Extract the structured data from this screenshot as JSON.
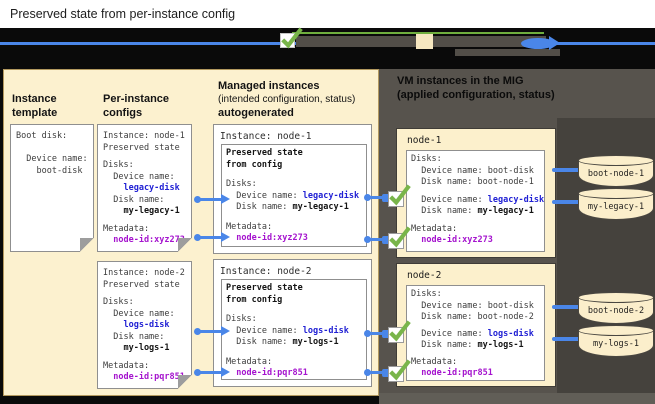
{
  "title": "Preserved state from per-instance config",
  "colors": {
    "blue_value_text": "#2121d4",
    "purple_value_text": "#a514ce",
    "connector_blue": "#4a86e8",
    "check_green": "#79b54a",
    "mig_panel_cream": "#fcf1cf",
    "vm_panel_gray": "#57534d",
    "vm_card_cream": "#fcf0cc",
    "legend_bar_black": "#0a0a0a"
  },
  "legend": {
    "icons": [
      "green-check-in-box",
      "instance-swatch",
      "blue-connector-arrow"
    ]
  },
  "mig_panel": {
    "columns": {
      "instance_template": {
        "header": "Instance\ntemplate",
        "card": {
          "l0": "Boot disk:",
          "l1": "",
          "l2": "  Device name:",
          "l3": "    boot-disk"
        }
      },
      "per_instance": {
        "header": "Per-instance\nconfigs"
      },
      "managed": {
        "header_line1": "Managed instances",
        "header_line2": "(intended configuration, status)",
        "header_line3": "autogenerated"
      }
    },
    "per_instance_cards": {
      "node1": {
        "instance": "Instance: node-1",
        "state": "Preserved state",
        "disks": "Disks:",
        "device_label": "  Device name:",
        "device_value": "    legacy-disk",
        "disk_label": "  Disk name:",
        "disk_value": "    my-legacy-1",
        "metadata": "Metadata:",
        "metadata_value": "  node-id:xyz273"
      },
      "node2": {
        "instance": "Instance: node-2",
        "state": "Preserved state",
        "disks": "Disks:",
        "device_label": "  Device name:",
        "device_value": "    logs-disk",
        "disk_label": "  Disk name:",
        "disk_value": "    my-logs-1",
        "metadata": "Metadata:",
        "metadata_value": "  node-id:pqr851"
      }
    },
    "managed_cards": {
      "node1": {
        "title": "Instance: node-1",
        "state1": "Preserved state",
        "state2": "from config",
        "disks": "Disks:",
        "device_prefix": "  Device name: ",
        "device_value": "legacy-disk",
        "disk_prefix": "  Disk name: ",
        "disk_value": "my-legacy-1",
        "metadata": "Metadata:",
        "metadata_value": "  node-id:xyz273"
      },
      "node2": {
        "title": "Instance: node-2",
        "state1": "Preserved state",
        "state2": "from config",
        "disks": "Disks:",
        "device_prefix": "  Device name: ",
        "device_value": "logs-disk",
        "disk_prefix": "  Disk name: ",
        "disk_value": "my-logs-1",
        "metadata": "Metadata:",
        "metadata_value": "  node-id:pqr851"
      }
    }
  },
  "vm_panel": {
    "header_line1": "VM instances in the MIG",
    "header_line2": "(applied configuration, status)",
    "node1": {
      "name": "node-1",
      "disks": "Disks:",
      "boot_device": "  Device name: boot-disk",
      "boot_disk": "  Disk name: boot-node-1",
      "device_prefix": "  Device name: ",
      "device_value": "legacy-disk",
      "disk_prefix": "  Disk name: ",
      "disk_value": "my-legacy-1",
      "metadata": "Metadata:",
      "metadata_value": "  node-id:xyz273",
      "disk_cylinders": [
        "boot-node-1",
        "my-legacy-1"
      ]
    },
    "node2": {
      "name": "node-2",
      "disks": "Disks:",
      "boot_device": "  Device name: boot-disk",
      "boot_disk": "  Disk name: boot-node-2",
      "device_prefix": "  Device name: ",
      "device_value": "logs-disk",
      "disk_prefix": "  Disk name: ",
      "disk_value": "my-logs-1",
      "metadata": "Metadata:",
      "metadata_value": "  node-id:pqr851",
      "disk_cylinders": [
        "boot-node-2",
        "my-logs-1"
      ]
    }
  }
}
